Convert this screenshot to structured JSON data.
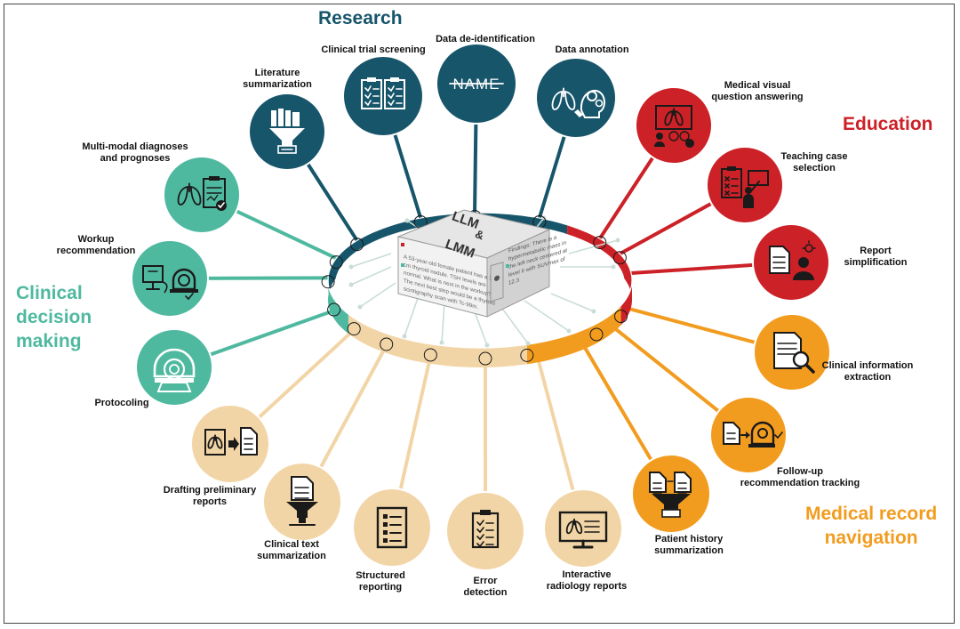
{
  "center": {
    "title_line1": "LLM",
    "title_amp": "&",
    "title_line2": "LMM",
    "card_left": [
      "A 53-year-old female patient has a 1.5",
      "cm thyroid nodule. TSH levels are",
      "normal. What is next in the workup?",
      "The next best step would be a thyroid",
      "scintigraphy scan with Tc-99m."
    ],
    "card_right": [
      "Findings: There is a",
      "hypermetabolic mass in",
      "the left neck centered at",
      "level II with SUVmax of",
      "12.3"
    ]
  },
  "categories": {
    "research": {
      "label": "Research",
      "color": "#17556b"
    },
    "education": {
      "label": "Education",
      "color": "#cc2127"
    },
    "clinical": {
      "label": "Clinical\ndecision\nmaking",
      "color": "#4fb9a0"
    },
    "medical_record": {
      "label": "Medical record\nnavigation",
      "color": "#f29c1f"
    },
    "reporting": {
      "color": "#f2d5a6"
    }
  },
  "nodes": [
    {
      "id": "literature-summarization",
      "label": "Literature\nsummarization",
      "category": "research",
      "icon": "books-funnel-icon"
    },
    {
      "id": "clinical-trial-screening",
      "label": "Clinical trial screening",
      "category": "research",
      "icon": "clipboards-icon"
    },
    {
      "id": "data-deidentification",
      "label": "Data de-identification",
      "category": "research",
      "icon": "strikethrough-name-icon",
      "icon_text": "NAME"
    },
    {
      "id": "data-annotation",
      "label": "Data annotation",
      "category": "research",
      "icon": "lungs-head-gears-icon"
    },
    {
      "id": "medical-vqa",
      "label": "Medical visual\nquestion answering",
      "category": "education",
      "icon": "xray-people-chat-icon"
    },
    {
      "id": "teaching-case-selection",
      "label": "Teaching case\nselection",
      "category": "education",
      "icon": "checklist-teacher-icon"
    },
    {
      "id": "report-simplification",
      "label": "Report\nsimplification",
      "category": "education",
      "icon": "document-person-bulb-icon"
    },
    {
      "id": "clinical-information-extraction",
      "label": "Clinical information\nextraction",
      "category": "medical_record",
      "icon": "document-magnifier-icon"
    },
    {
      "id": "followup-tracking",
      "label": "Follow-up\nrecommendation tracking",
      "category": "medical_record",
      "icon": "document-scanner-check-icon"
    },
    {
      "id": "patient-history-summarization",
      "label": "Patient history\nsummarization",
      "category": "medical_record",
      "icon": "documents-funnel-icon"
    },
    {
      "id": "interactive-radiology-reports",
      "label": "Interactive\nradiology reports",
      "category": "reporting",
      "icon": "monitor-lungs-icon"
    },
    {
      "id": "error-detection",
      "label": "Error\ndetection",
      "category": "reporting",
      "icon": "clipboard-checks-icon"
    },
    {
      "id": "structured-reporting",
      "label": "Structured\nreporting",
      "category": "reporting",
      "icon": "checklist-document-icon"
    },
    {
      "id": "clinical-text-summarization",
      "label": "Clinical text\nsummarization",
      "category": "reporting",
      "icon": "document-funnel-icon"
    },
    {
      "id": "drafting-preliminary-reports",
      "label": "Drafting preliminary\nreports",
      "category": "reporting",
      "icon": "xray-to-document-icon"
    },
    {
      "id": "protocoling",
      "label": "Protocoling",
      "category": "clinical",
      "icon": "ct-scanner-icon"
    },
    {
      "id": "workup-recommendation",
      "label": "Workup\nrecommendation",
      "category": "clinical",
      "icon": "ultrasound-mri-icon"
    },
    {
      "id": "multimodal-diagnoses",
      "label": "Multi-modal diagnoses\nand prognoses",
      "category": "clinical",
      "icon": "lungs-clipboard-icon"
    }
  ]
}
